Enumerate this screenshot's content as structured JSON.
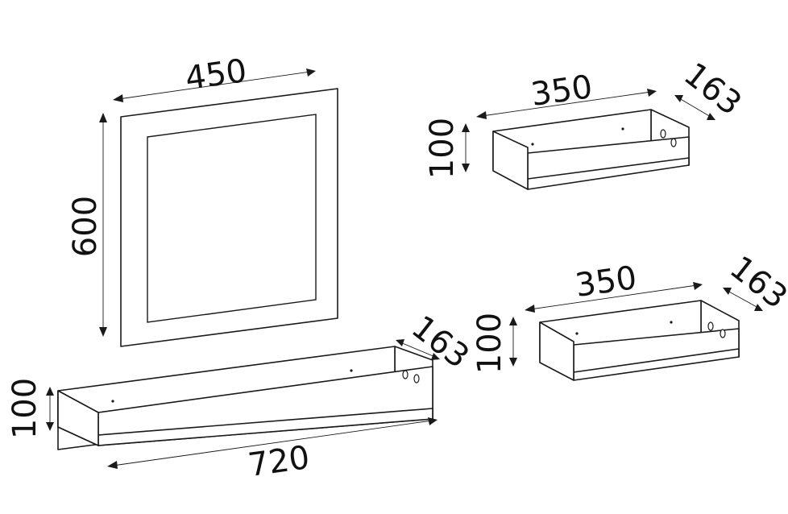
{
  "mirror": {
    "width_label": "450",
    "height_label": "600"
  },
  "shelf_long": {
    "length_label": "720",
    "depth_label": "163",
    "height_label": "100"
  },
  "shelf_top": {
    "length_label": "350",
    "depth_label": "163",
    "height_label": "100"
  },
  "shelf_bottom": {
    "length_label": "350",
    "depth_label": "163",
    "height_label": "100"
  }
}
